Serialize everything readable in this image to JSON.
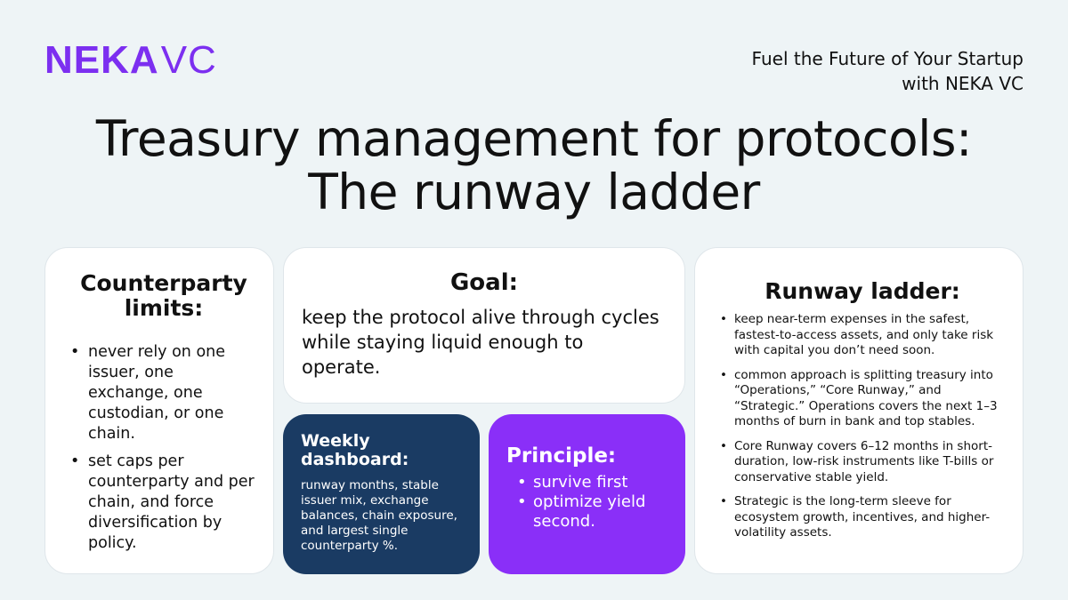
{
  "brand": {
    "logo_bold": "NEKA",
    "logo_light": "VC",
    "accent": "#7c2ff0"
  },
  "tagline": "Fuel the Future of Your Startup with NEKA VC",
  "title_line1": "Treasury management for protocols:",
  "title_line2": "The runway ladder",
  "counterparty": {
    "heading": "Counterparty limits:",
    "items": [
      "never rely on one issuer, one exchange, one custodian, or one chain.",
      "set caps per counterparty and per chain, and force diversification by policy."
    ]
  },
  "goal": {
    "heading": "Goal:",
    "text": "keep the protocol alive through cycles while staying liquid enough to operate."
  },
  "dashboard": {
    "heading": "Weekly dashboard:",
    "text": "runway months, stable issuer mix, exchange balances, chain exposure, and largest single counterparty %.",
    "color": "#1a3b63"
  },
  "principle": {
    "heading": "Principle:",
    "items": [
      "survive first",
      "optimize yield second."
    ],
    "color": "#8a2ff8"
  },
  "runway": {
    "heading": "Runway ladder:",
    "items": [
      "keep near-term expenses in the safest, fastest-to-access assets, and only take risk with capital you don’t need soon.",
      "common approach is splitting treasury into “Operations,” “Core Runway,” and “Strategic.” Operations covers the next 1–3 months of burn in bank and top stables.",
      "Core Runway covers 6–12 months in short-duration, low-risk instruments like T-bills or conservative stable yield.",
      "Strategic is the long-term sleeve for ecosystem growth, incentives, and higher-volatility assets."
    ]
  }
}
